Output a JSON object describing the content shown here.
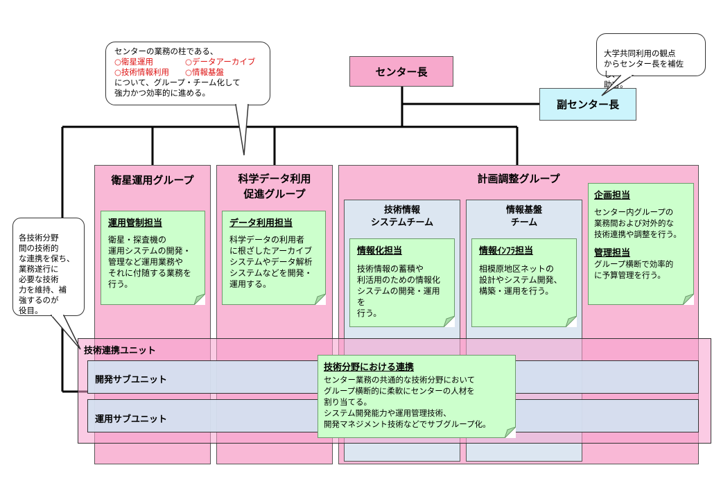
{
  "director": {
    "label": "センター長"
  },
  "vice_director": {
    "label": "副センター長"
  },
  "callouts": {
    "top_left": {
      "line1": "センターの業務の柱である、",
      "item1": "○衛星運用",
      "item2": "○データアーカイブ",
      "item3": "○技術情報利用",
      "item4": "○情報基盤",
      "line3": "について、グループ・チーム化して",
      "line4": "強力かつ効率的に進める。"
    },
    "top_right": {
      "text": "大学共同利用の観点\nからセンター長を補佐し、\n助言。"
    },
    "left": {
      "text": "各技術分野\n間の技術的\nな連携を保ち、\n業務遂行に\n必要な技術\n力を維持、補\n強するのが\n役目。"
    }
  },
  "groups": {
    "satellite": {
      "title": "衛星運用グループ",
      "note_title": "運用管制担当",
      "note_text": "衛星・探査機の\n運用システムの開発・\n管理など運用業務や\nそれに付随する業務を\n行う。"
    },
    "science_data": {
      "title": "科学データ利用\n促進グループ",
      "note_title": "データ利用担当",
      "note_text": "科学データの利用者\nに根ざしたアーカイブ\nシステムやデータ解析\nシステムなどを開発・\n運用する。"
    },
    "planning": {
      "title": "計画調整グループ",
      "team_tech": {
        "title": "技術情報\nシステムチーム",
        "note_title": "情報化担当",
        "note_text": "技術情報の蓄積や\n利活用のための情報化\nシステムの開発・運用を\n行う。"
      },
      "team_infra": {
        "title": "情報基盤\nチーム",
        "note_title": "情報ｲﾝﾌﾗ担当",
        "note_text": "相模原地区ネットの\n設計やシステム開発、\n構築・運用を行う。"
      },
      "planning_note": {
        "title1": "企画担当",
        "text1": "センター内グループの\n業務間および対外的な\n技術連携や調整を行う。",
        "title2": "管理担当",
        "text2": "グループ横断で効率的\nに予算管理を行う。"
      }
    }
  },
  "unit": {
    "title": "技術連携ユニット",
    "sub_dev": "開発サブユニット",
    "sub_ops": "運用サブユニット",
    "note_title": "技術分野における連携",
    "note_text": "センター業務の共通的な技術分野において\nグループ横断的に柔軟にセンターの人材を\n割り当てる。\nシステム開発能力や運用管理技術、\n開発マネジメント技術などでサブグループ化。"
  }
}
